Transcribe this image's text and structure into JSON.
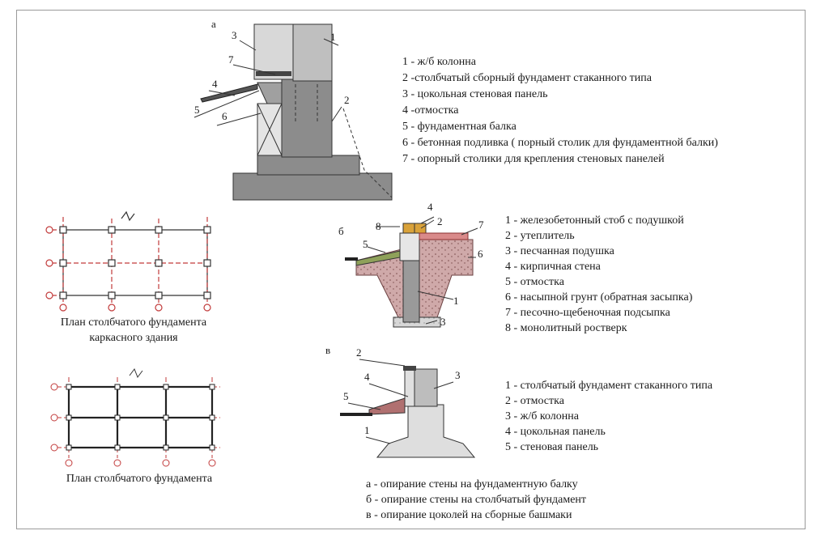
{
  "section_labels": {
    "a": "а",
    "b": "б",
    "v": "в"
  },
  "legend_a": [
    "1 - ж/б колонна",
    "2 -столбчатый сборный фундамент стаканного типа",
    "3 - цокольная стеновая панель",
    "4 -отмостка",
    "5 - фундаментная балка",
    "6 - бетонная подливка (  порный столик для фундаментной балки)",
    "7 - опорный столики для крепления стеновых панелей"
  ],
  "legend_b": [
    "1 - железобетонный стоб с подушкой",
    "2 - утеплитель",
    "3 - песчанная подушка",
    "4 - кирпичная стена",
    "5 - отмостка",
    "6 - насыпной грунт (обратная засыпка)",
    "7 - песочно-щебеночная подсыпка",
    "8 - монолитный ростверк"
  ],
  "legend_v": [
    "1 - столбчатый фундамент стаканного типа",
    "2 - отмостка",
    "3 - ж/б колонна",
    "4 - цокольная панель",
    "5 - стеновая панель"
  ],
  "captions_bottom": [
    "а - опирание стены на фундаментную балку",
    "б - опирание стены на столбчатый фундамент",
    "в - опирание цоколей на сборные башмаки"
  ],
  "plan1_caption": [
    "План столбчатого фундамента",
    "каркасного здания"
  ],
  "plan2_caption": "План столбчатого фундамента",
  "markers_a": [
    "3",
    "1",
    "7",
    "4",
    "5",
    "6",
    "2"
  ],
  "markers_b": [
    "4",
    "2",
    "7",
    "8",
    "5",
    "6",
    "1",
    "3"
  ],
  "markers_v": [
    "2",
    "4",
    "3",
    "5",
    "1"
  ]
}
